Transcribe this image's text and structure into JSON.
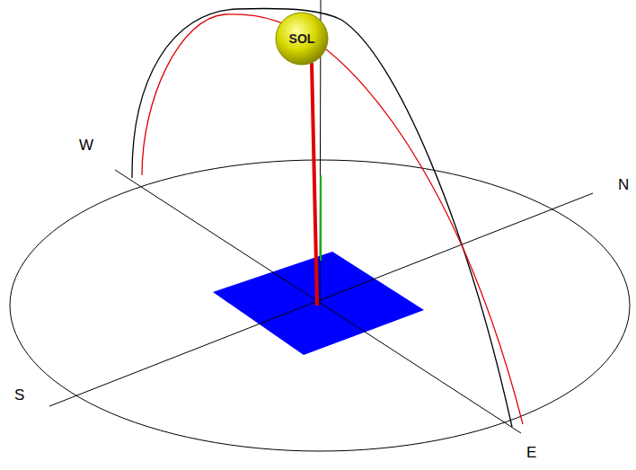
{
  "diagram": {
    "nodes": [
      {
        "text": [
          "SOL"
        ]
      }
    ],
    "labels": [
      "W",
      "N",
      "S",
      "E"
    ]
  }
}
